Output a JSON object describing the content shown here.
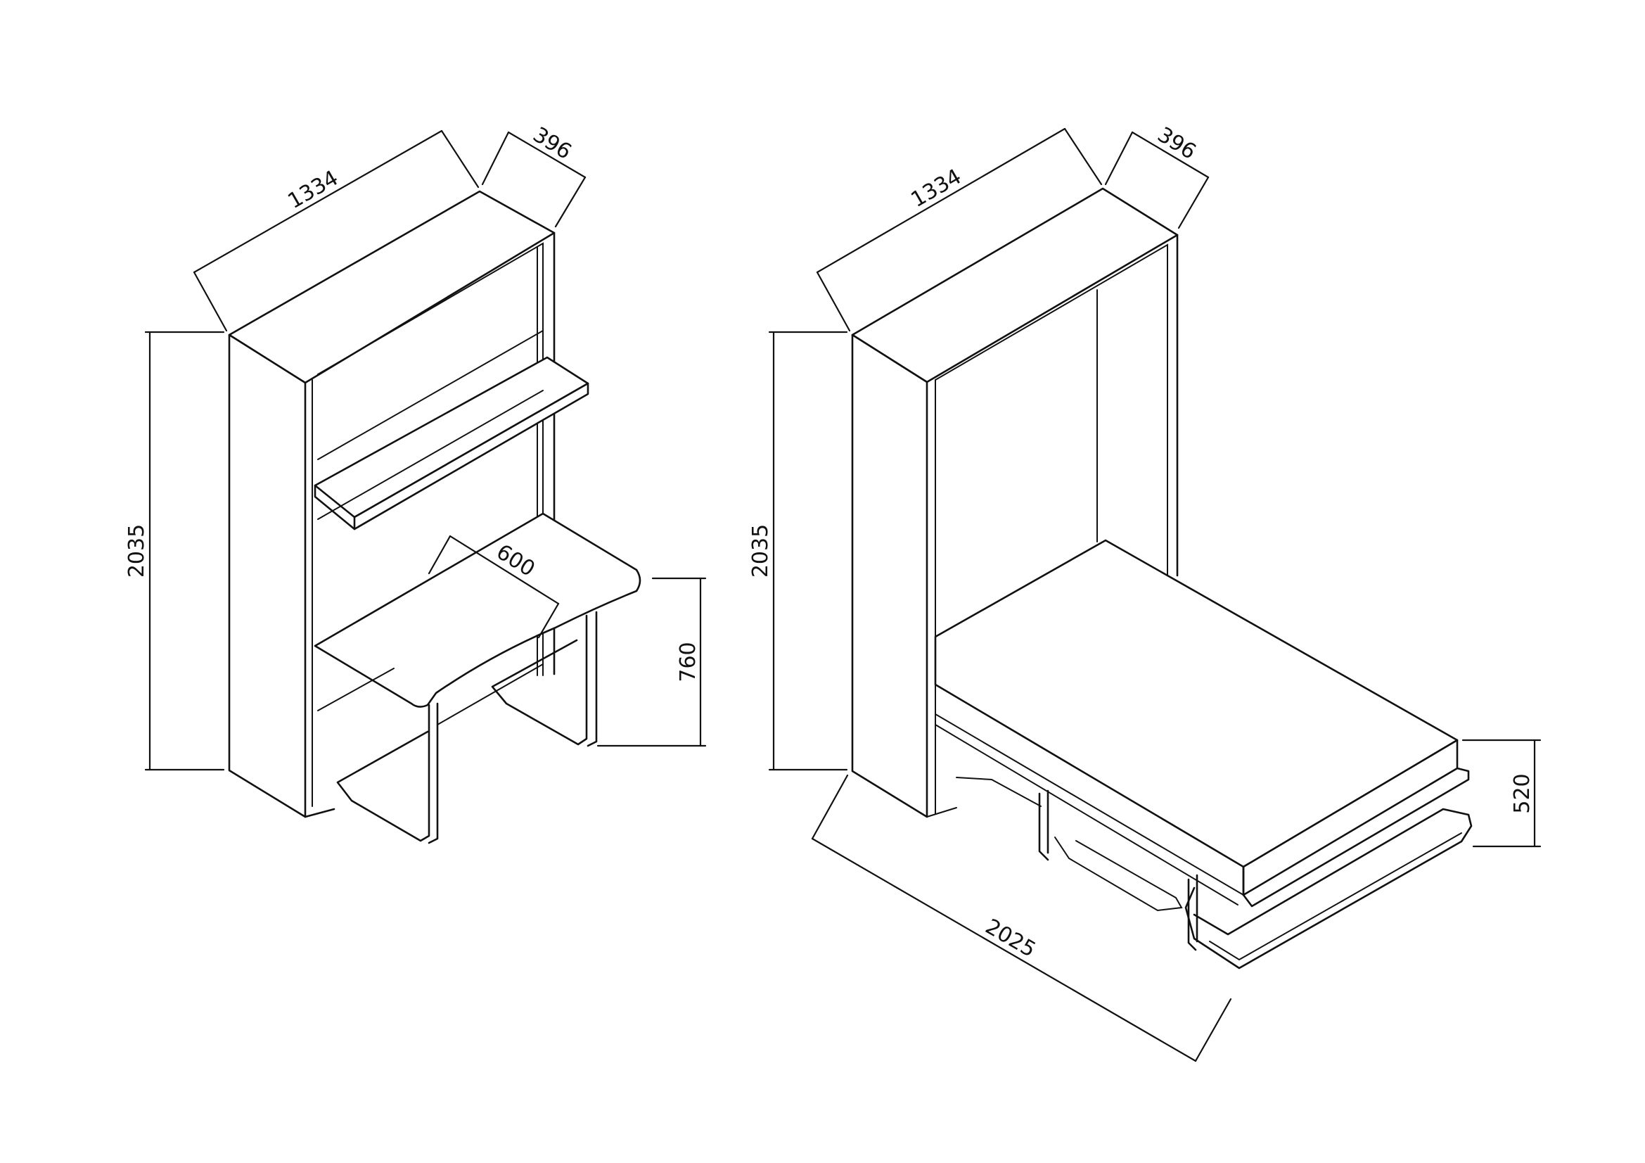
{
  "views": {
    "desk": {
      "width": "1334",
      "depth": "396",
      "height": "2035",
      "desk_depth": "600",
      "desk_height": "760"
    },
    "bed": {
      "width": "1334",
      "depth": "396",
      "height": "2035",
      "length": "2025",
      "bed_height": "520"
    }
  }
}
